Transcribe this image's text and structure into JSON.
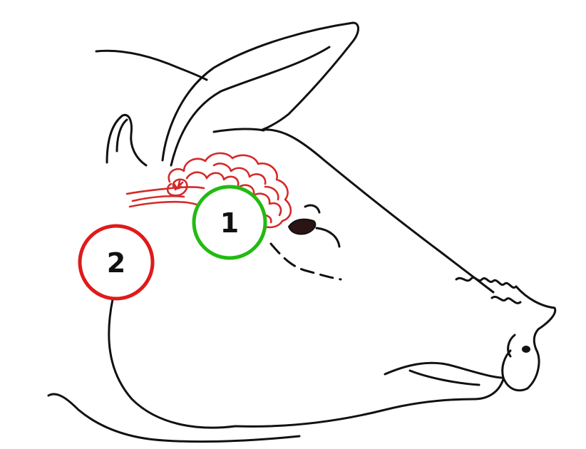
{
  "colors": {
    "outline": "#111111",
    "brain": "#d42a2a",
    "marker_1": "#22bb11",
    "marker_2": "#e01a1a",
    "background": "#ffffff"
  },
  "markers": [
    {
      "label": "1",
      "color_key": "marker_1"
    },
    {
      "label": "2",
      "color_key": "marker_2"
    }
  ]
}
